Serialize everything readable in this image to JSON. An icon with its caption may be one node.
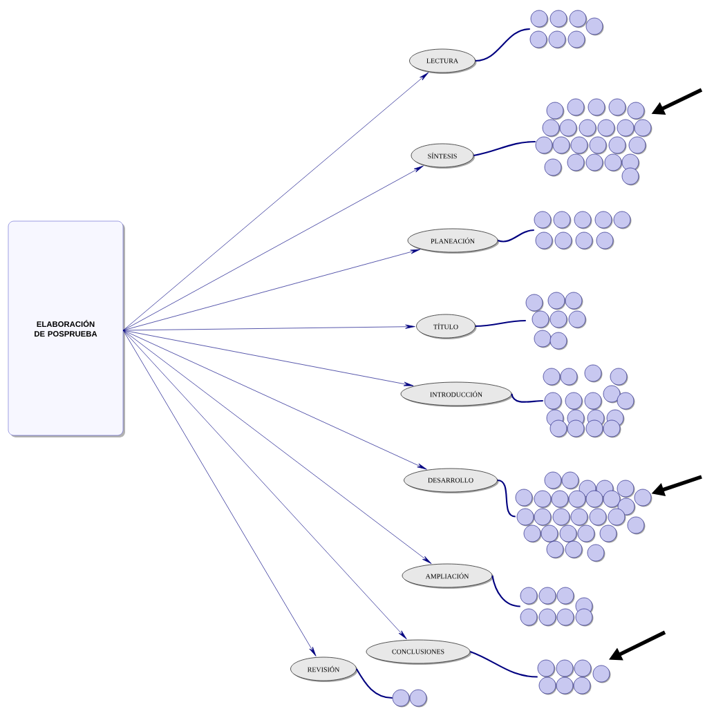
{
  "diagram": {
    "nodes": [
      {
        "text": [
          "ELABORACIÓN DE POSPRUEBA"
        ]
      },
      {
        "text": [
          "LECTURA"
        ]
      },
      {
        "text": [
          "SÍNTESIS"
        ]
      },
      {
        "text": [
          "PLANEACIÓN"
        ]
      },
      {
        "text": [
          "TÍTULO"
        ]
      },
      {
        "text": [
          "INTRODUCCIÓN"
        ]
      },
      {
        "text": [
          "DESARROLLO"
        ]
      },
      {
        "text": [
          "AMPLIACIÓN"
        ]
      },
      {
        "text": [
          "CONCLUSIONES"
        ]
      },
      {
        "text": [
          "REVISIÓN"
        ]
      },
      {
        "text": [],
        "shape": "circle"
      },
      {
        "text": [],
        "shape": "circle"
      },
      {
        "text": [],
        "shape": "circle"
      },
      {
        "text": [],
        "shape": "circle"
      },
      {
        "text": [],
        "shape": "circle"
      },
      {
        "text": [],
        "shape": "circle"
      },
      {
        "text": [],
        "shape": "circle"
      },
      {
        "text": [],
        "shape": "circle"
      },
      {
        "text": [],
        "shape": "circle"
      }
    ],
    "edges": [
      {
        "from": 0,
        "to": 1,
        "arrow": "to"
      },
      {
        "from": 0,
        "to": 2,
        "arrow": "to"
      },
      {
        "from": 0,
        "to": 3,
        "arrow": "to"
      },
      {
        "from": 0,
        "to": 4,
        "arrow": "to"
      },
      {
        "from": 0,
        "to": 5,
        "arrow": "to"
      },
      {
        "from": 0,
        "to": 6,
        "arrow": "to"
      },
      {
        "from": 0,
        "to": 7,
        "arrow": "to"
      },
      {
        "from": 0,
        "to": 8,
        "arrow": "to"
      },
      {
        "from": 0,
        "to": 9,
        "arrow": "to"
      },
      {
        "from": 1,
        "to": 10,
        "arrow": "none"
      },
      {
        "from": 2,
        "to": 11,
        "arrow": "none"
      },
      {
        "from": 3,
        "to": 12,
        "arrow": "none"
      },
      {
        "from": 4,
        "to": 13,
        "arrow": "none"
      },
      {
        "from": 5,
        "to": 14,
        "arrow": "none"
      },
      {
        "from": 6,
        "to": 15,
        "arrow": "none"
      },
      {
        "from": 7,
        "to": 16,
        "arrow": "none"
      },
      {
        "from": 8,
        "to": 17,
        "arrow": "none"
      },
      {
        "from": 9,
        "to": 18,
        "arrow": "none"
      },
      {
        "from": null,
        "to": 11,
        "arrow": "to",
        "style": "thick",
        "color": "#000000"
      },
      {
        "from": null,
        "to": 15,
        "arrow": "to",
        "style": "thick",
        "color": "#000000"
      },
      {
        "from": null,
        "to": 17,
        "arrow": "to",
        "style": "thick",
        "color": "#000000"
      }
    ]
  }
}
